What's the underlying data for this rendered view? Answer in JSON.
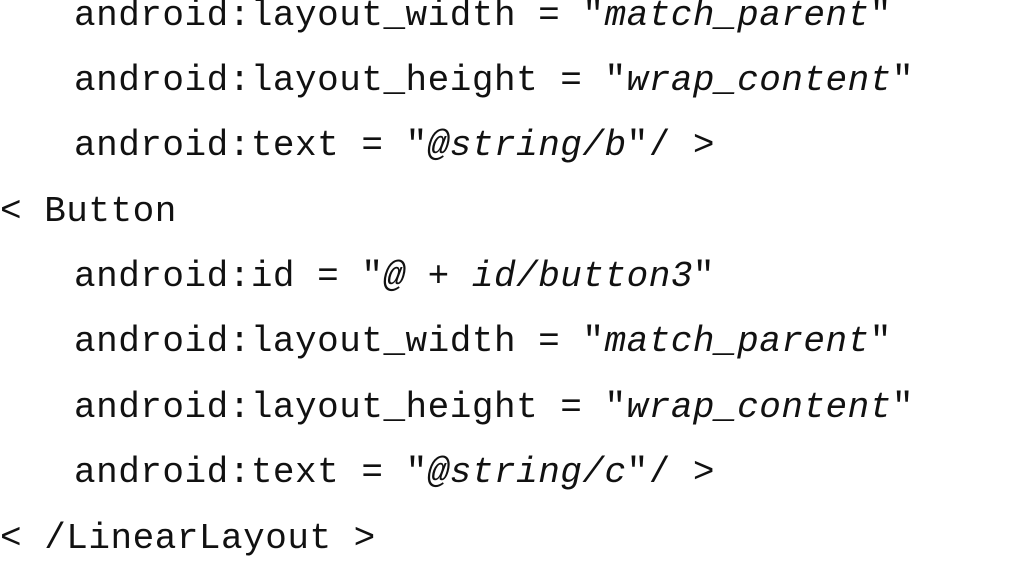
{
  "lines": [
    {
      "attr": "android:layout_width",
      "eq": " = ",
      "q1": "\"",
      "value": "match_parent",
      "q2": "\""
    },
    {
      "attr": "android:layout_height",
      "eq": " = ",
      "q1": "\"",
      "value": "wrap_content",
      "q2": "\""
    },
    {
      "attr": "android:text",
      "eq": " = ",
      "q1": "\"",
      "value": "@string/b",
      "q2": "\"/ >"
    },
    {
      "text": "< Button"
    },
    {
      "attr": "android:id",
      "eq": " = ",
      "q1": "\"",
      "value": "@ + id/button3",
      "q2": "\""
    },
    {
      "attr": "android:layout_width",
      "eq": " = ",
      "q1": "\"",
      "value": "match_parent",
      "q2": "\""
    },
    {
      "attr": "android:layout_height",
      "eq": " = ",
      "q1": "\"",
      "value": "wrap_content",
      "q2": "\""
    },
    {
      "attr": "android:text",
      "eq": " = ",
      "q1": "\"",
      "value": "@string/c",
      "q2": "\"/ >"
    },
    {
      "text": "< /LinearLayout >"
    }
  ]
}
